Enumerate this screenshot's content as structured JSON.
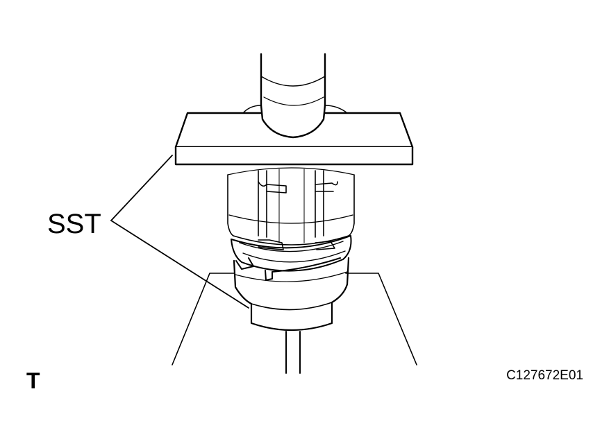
{
  "figure": {
    "callout_label": "SST",
    "corner_marker": "T",
    "figure_code": "C127672E01"
  },
  "colors": {
    "line": "#000000",
    "background": "#ffffff"
  }
}
